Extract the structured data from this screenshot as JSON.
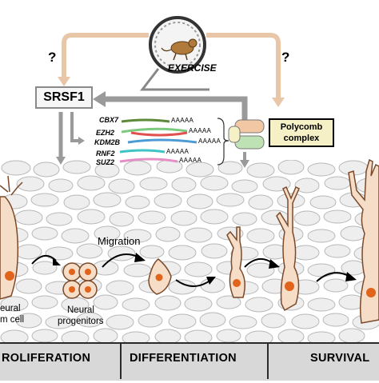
{
  "srsf1": "SRSF1",
  "exercise": "EXERCISE",
  "question_left": "?",
  "question_right": "?",
  "polycomb": {
    "line1": "Polycomb",
    "line2": "complex"
  },
  "genes": [
    {
      "name": "CBX7",
      "polyA": "AAAAA"
    },
    {
      "name": "EZH2",
      "polyA": "AAAAA"
    },
    {
      "name": "KDM2B",
      "polyA": "AAAAA"
    },
    {
      "name": "RNF2",
      "polyA": "AAAAA"
    },
    {
      "name": "SUZ2",
      "polyA": "AAAAA"
    }
  ],
  "labels": {
    "migration": "Migration",
    "neural_stem_line1": "eural",
    "neural_stem_line2": "m cell",
    "progenitors_line1": "Neural",
    "progenitors_line2": "progenitors"
  },
  "stages": [
    "ROLIFERATION",
    "DIFFERENTIATION",
    "SURVIVAL"
  ],
  "colors": {
    "arrow_tan": "#e9c6a8",
    "arrow_gray": "#9a9a9a",
    "cell_fill": "#f6ddc8",
    "cell_outline": "#7a4a2a",
    "nucleus": "#e0641c",
    "tissue": "#eeeeee",
    "band": "#d8d8d8",
    "rna_green": "#7dc97d",
    "rna_red": "#e25050",
    "rna_blue": "#4c9ad6",
    "rna_cyan": "#3ec4c4",
    "rna_pink": "#e58ec4",
    "poly_yellow": "#f5f0c6",
    "poly_peach": "#f2c7a4",
    "poly_green": "#bfe2b4"
  }
}
